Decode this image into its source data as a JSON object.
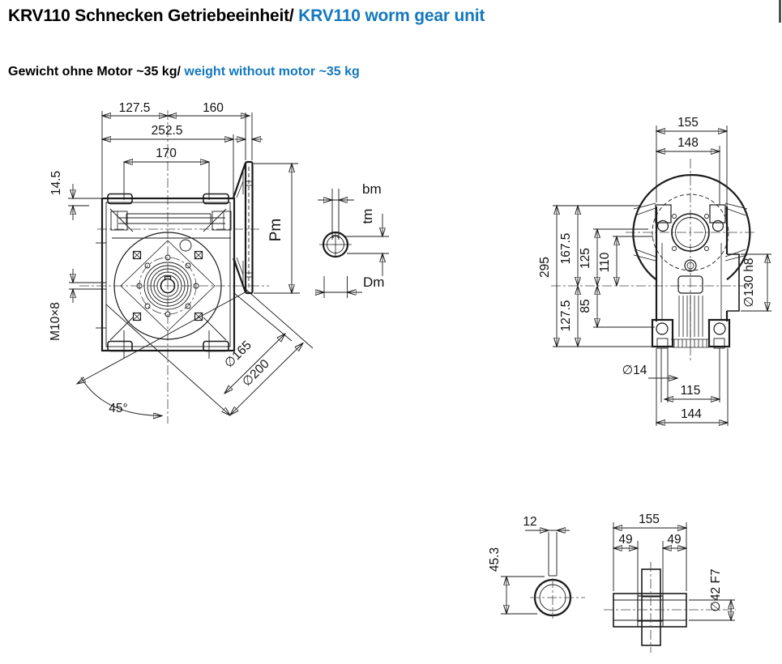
{
  "header": {
    "title_de": "KRV110 Schnecken Getriebeeinheit/",
    "title_en": " KRV110 worm gear unit",
    "weight_de": "Gewicht ohne Motor ~35 kg/",
    "weight_en": " weight without motor ~35 kg"
  },
  "colors": {
    "accent_blue": "#1478be",
    "line": "#1b1b1b"
  },
  "front_view": {
    "width_left": "127.5",
    "width_right": "160",
    "width_total": "252.5",
    "hole_spacing": "170",
    "top_offset": "14.5",
    "side_thread": "M10×8",
    "angle": "45°",
    "bolt_circle_dia": "∅165",
    "flange_dia": "∅200",
    "motor_flange_dia": "Pm"
  },
  "motor_shaft_section": {
    "key_width": "bm",
    "key_depth": "tm",
    "shaft_dia": "Dm"
  },
  "side_view": {
    "depth": "155",
    "depth_inner": "148",
    "height_total": "295",
    "height_upper": "167.5",
    "height_axis": "127.5",
    "dim_125": "125",
    "dim_110": "110",
    "dim_85": "85",
    "spigot_dia": "∅130 h8",
    "foot_hole_dia": "∅14",
    "foot_hole_spacing": "115",
    "foot_width": "144"
  },
  "hollow_shaft_end": {
    "key_width": "12",
    "keyway_depth": "45.3"
  },
  "hollow_shaft_section": {
    "length": "155",
    "end_left": "49",
    "end_right": "49",
    "bore_dia": "∅42 F7"
  }
}
